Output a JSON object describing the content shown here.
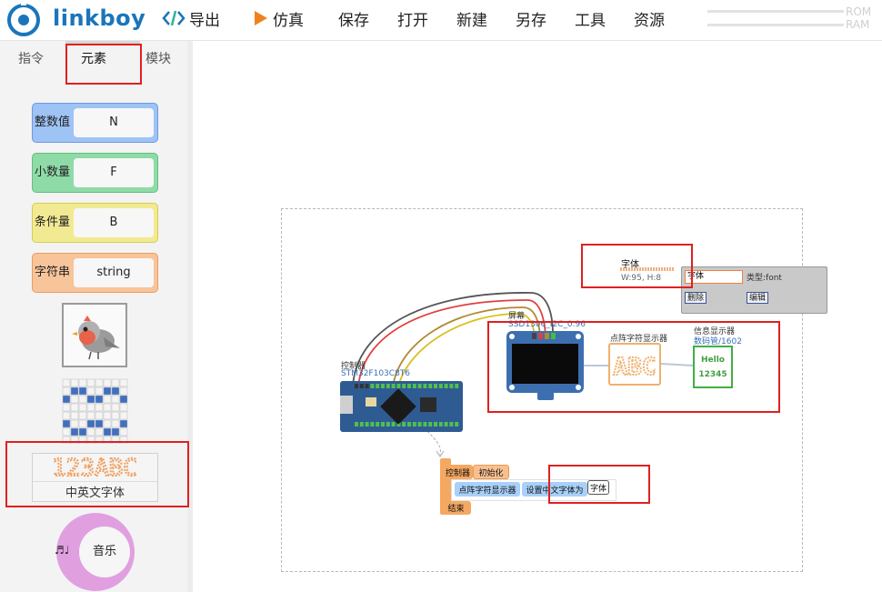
{
  "topbar": {
    "brand": "linkboy",
    "menu": [
      {
        "label": "导出",
        "icon": "code-icon"
      },
      {
        "label": "仿真",
        "icon": "play-icon"
      },
      {
        "label": "保存"
      },
      {
        "label": "打开"
      },
      {
        "label": "新建"
      },
      {
        "label": "另存"
      },
      {
        "label": "工具"
      },
      {
        "label": "资源"
      }
    ],
    "rom_label": "ROM",
    "ram_label": "RAM"
  },
  "sidebar": {
    "tabs": [
      "指令",
      "元素",
      "模块"
    ],
    "elements": [
      {
        "name": "整数值",
        "value": "N",
        "color": "#9ec3f5",
        "border": "#6b9ae6"
      },
      {
        "name": "小数量",
        "value": "F",
        "color": "#8fdba8",
        "border": "#5fc07e"
      },
      {
        "name": "条件量",
        "value": "B",
        "color": "#f2ea92",
        "border": "#d8cc4c"
      },
      {
        "name": "字符串",
        "value": "string",
        "color": "#f8c49a",
        "border": "#ee9b5e"
      }
    ],
    "font_display": "123ABC",
    "font_label": "中英文字体",
    "music_icon": "♬♩",
    "music_label": "音乐"
  },
  "canvas": {
    "font_node": {
      "title": "字体",
      "size": "W:95, H:8"
    },
    "font_panel": {
      "name": "字体",
      "type": "类型:font",
      "delete": "删除",
      "edit": "编辑"
    },
    "controller": {
      "label": "控制器",
      "model": "STM32F103C8T6"
    },
    "screen": {
      "label": "屏幕",
      "model": "SSD1306_I2C_0.96"
    },
    "dot_display": {
      "label": "点阵字符显示器",
      "text": "ABC"
    },
    "info_display": {
      "label": "信息显示器",
      "sublabel": "数码管/1602",
      "line1": "Hello",
      "line2": "12345"
    },
    "code": {
      "ctrl": "控制器",
      "init": "初始化",
      "stmt_target": "点阵字符显示器",
      "stmt_action": "设置中文字体为",
      "stmt_arg": "字体",
      "end": "结束"
    }
  },
  "colors": {
    "brand": "#1a75bb",
    "highlight_red": "#e02020",
    "board_blue": "#2f5b93"
  }
}
